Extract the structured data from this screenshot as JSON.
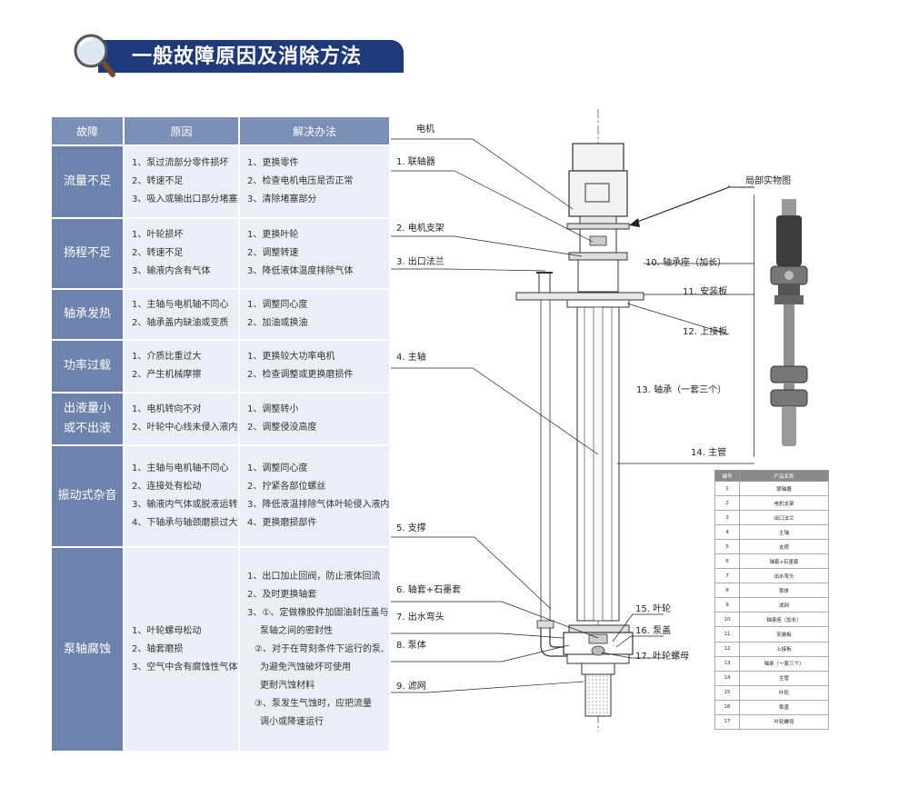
{
  "header": {
    "title": "一般故障原因及消除方法"
  },
  "fault_table": {
    "headers": [
      "故障",
      "原因",
      "解决办法"
    ],
    "rows": [
      {
        "fault": [
          "流量不足"
        ],
        "causes": [
          "1、泵过流部分零件损坏",
          "2、转速不足",
          "3、吸入或输出口部分堵塞"
        ],
        "solutions": [
          "1、更换零件",
          "2、检查电机电压是否正常",
          "3、清除堵塞部分"
        ]
      },
      {
        "fault": [
          "扬程不足"
        ],
        "causes": [
          "1、叶轮损坏",
          "2、转速不足",
          "3、输液内含有气体"
        ],
        "solutions": [
          "1、更换叶轮",
          "2、调整转速",
          "3、降低液体温度排除气体"
        ]
      },
      {
        "fault": [
          "轴承发热"
        ],
        "causes": [
          "1、主轴与电机轴不同心",
          "2、轴承盖内缺油或变质"
        ],
        "solutions": [
          "1、调整同心度",
          "2、加油或换油"
        ]
      },
      {
        "fault": [
          "功率过载"
        ],
        "causes": [
          "1、介质比重过大",
          "2、产生机械摩擦"
        ],
        "solutions": [
          "1、更换较大功率电机",
          "2、检查调整或更换磨损件"
        ]
      },
      {
        "fault": [
          "出液量小",
          "或不出液"
        ],
        "causes": [
          "1、电机转向不对",
          "2、叶轮中心线未侵入液内"
        ],
        "solutions": [
          "1、调整转小",
          "2、调整侵没高度"
        ]
      },
      {
        "fault": [
          "振动式杂音"
        ],
        "causes": [
          "1、主轴与电机轴不同心",
          "2、连接处有松动",
          "3、输液内气体或脱液运转",
          "4、下轴承与轴颈磨损过大"
        ],
        "solutions": [
          "1、调整同心度",
          "2、拧紧各部位螺丝",
          "3、降低液温排除气体叶轮侵入液内",
          "4、更换磨损部件"
        ]
      },
      {
        "fault": [
          "泵轴腐蚀"
        ],
        "causes": [
          "1、叶轮螺母松动",
          "2、轴套磨损",
          "3、空气中含有腐蚀性气体"
        ],
        "solutions": [
          "1、出口加止回阀，防止液体回流",
          "2、及时更换轴套",
          "3、①、定做橡胶件加固油封压盖与",
          "泵轴之间的密封性",
          "②、对于在苛刻条件下运行的泵,",
          "为避免汽蚀破坏可使用",
          "更耐汽蚀材料",
          "③、泵发生气蚀时，应把流量",
          "调小或降速运行"
        ]
      }
    ]
  },
  "diagram_labels": {
    "motor": "电机",
    "coupling": "1. 联轴器",
    "motor_bracket": "2. 电机支架",
    "outlet_flange": "3. 出口法兰",
    "main_shaft": "4. 主轴",
    "support": "5. 支撑",
    "sleeve": "6. 轴套+石墨套",
    "outlet_elbow": "7. 出水弯头",
    "pump_body": "8. 泵体",
    "strainer": "9. 滤网",
    "bearing_seat": "10. 轴承座（加长）",
    "mounting_plate": "11. 安装板",
    "upper_plate": "12. 上接板",
    "bearing": "13. 轴承（一套三个）",
    "main_pipe": "14. 主管",
    "impeller": "15. 叶轮",
    "pump_cover": "16. 泵盖",
    "impeller_nut": "17. 叶轮螺母",
    "photo_title": "局部实物图"
  },
  "parts_table": {
    "headers": [
      "编号",
      "产品名称"
    ],
    "rows": [
      [
        "1",
        "联轴器"
      ],
      [
        "2",
        "电机支架"
      ],
      [
        "3",
        "出口法兰"
      ],
      [
        "4",
        "主轴"
      ],
      [
        "5",
        "支撑"
      ],
      [
        "6",
        "轴套+石墨套"
      ],
      [
        "7",
        "出水弯头"
      ],
      [
        "8",
        "泵体"
      ],
      [
        "9",
        "滤网"
      ],
      [
        "10",
        "轴承座（加长）"
      ],
      [
        "11",
        "安装板"
      ],
      [
        "12",
        "上接板"
      ],
      [
        "13",
        "轴承（一套三个）"
      ],
      [
        "14",
        "主管"
      ],
      [
        "15",
        "叶轮"
      ],
      [
        "16",
        "泵盖"
      ],
      [
        "17",
        "叶轮螺母"
      ]
    ]
  },
  "colors": {
    "banner": "#1e3a7a",
    "table_header": "#7a8fb5",
    "fault_cell": "#6d83ad",
    "content_cell": "#e9eef7"
  }
}
